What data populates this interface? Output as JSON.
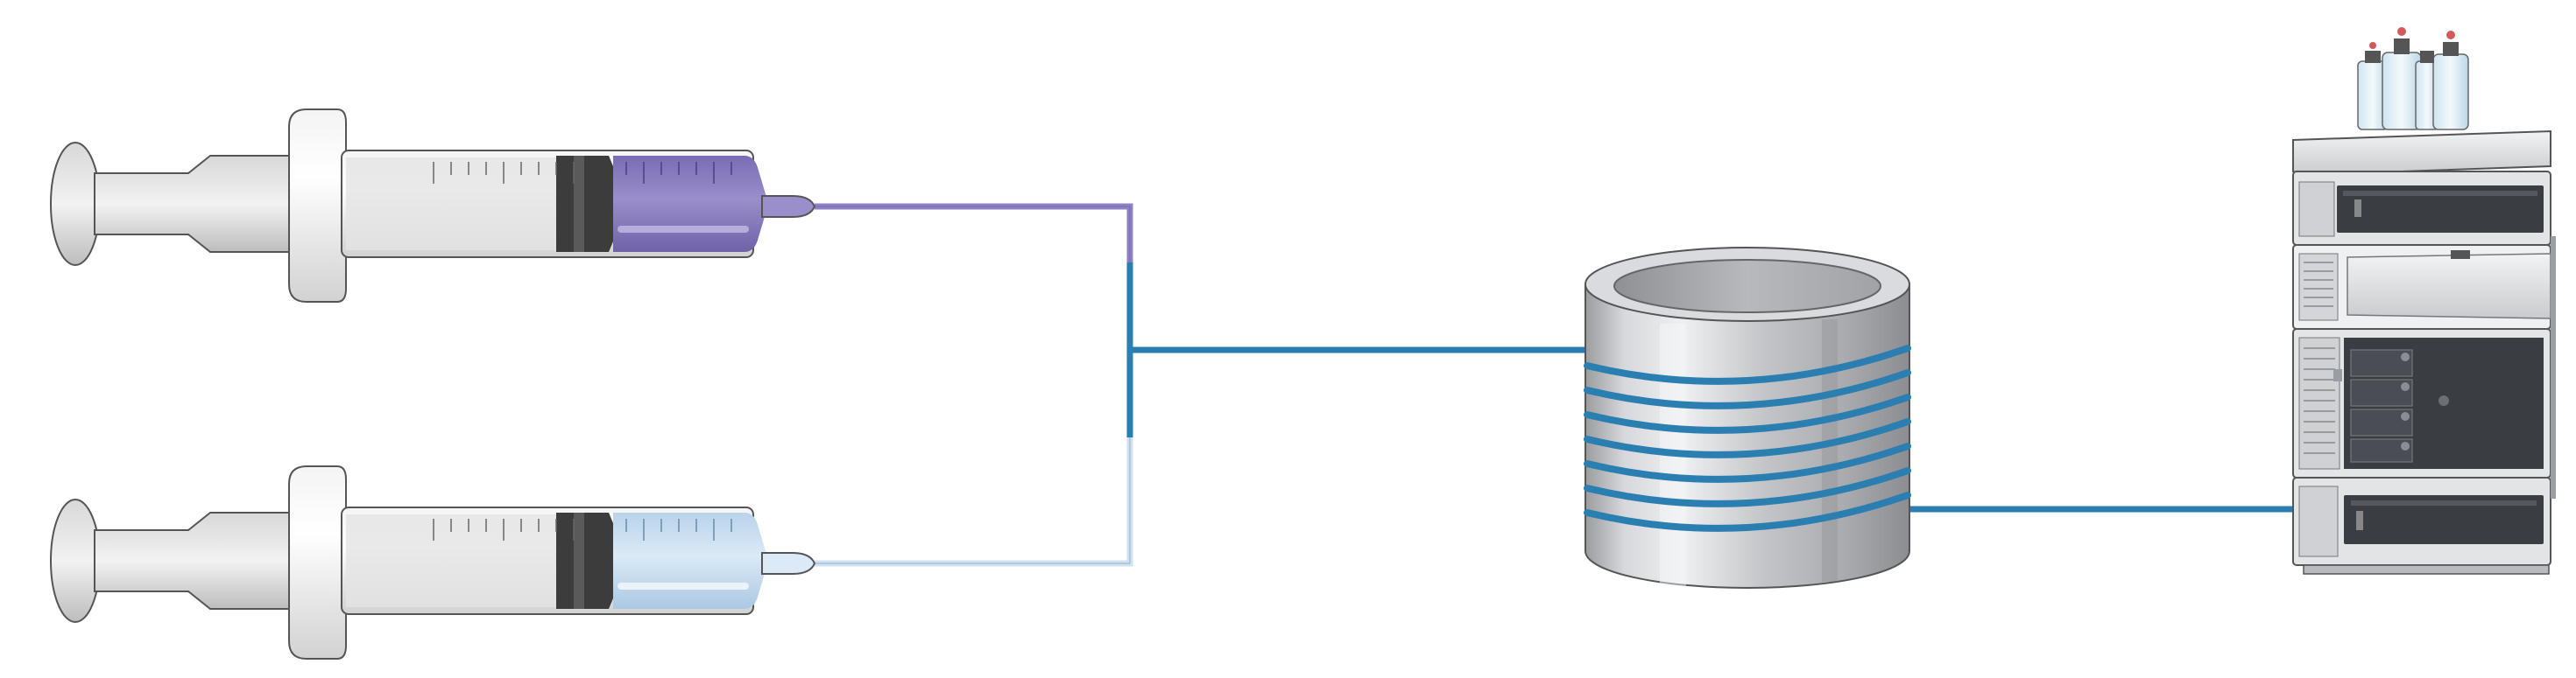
{
  "diagram": {
    "type": "flow-chemistry-setup",
    "components": [
      {
        "id": "syringe-top",
        "kind": "syringe",
        "reagent_color": "#8f82c4"
      },
      {
        "id": "syringe-bottom",
        "kind": "syringe",
        "reagent_color": "#cfe2f2"
      },
      {
        "id": "t-mixer",
        "kind": "tubing-junction"
      },
      {
        "id": "coil-reactor",
        "kind": "coil-reactor",
        "coil_color": "#2a7fb0",
        "coil_turns": 7
      },
      {
        "id": "hplc",
        "kind": "hplc-instrument"
      }
    ],
    "connections": [
      {
        "from": "syringe-top",
        "to": "t-mixer",
        "color": "#8f82c4"
      },
      {
        "from": "syringe-bottom",
        "to": "t-mixer",
        "color": "#cfe2f2"
      },
      {
        "from": "t-mixer",
        "to": "coil-reactor",
        "color": "#2a7fb0"
      },
      {
        "from": "coil-reactor",
        "to": "hplc",
        "color": "#2a7fb0"
      }
    ],
    "colors": {
      "mixed_stream": "#2a7fb0",
      "metal": "#c9cbce",
      "instrument_dark": "#3a3d42",
      "outline": "#4a4a4a"
    }
  }
}
